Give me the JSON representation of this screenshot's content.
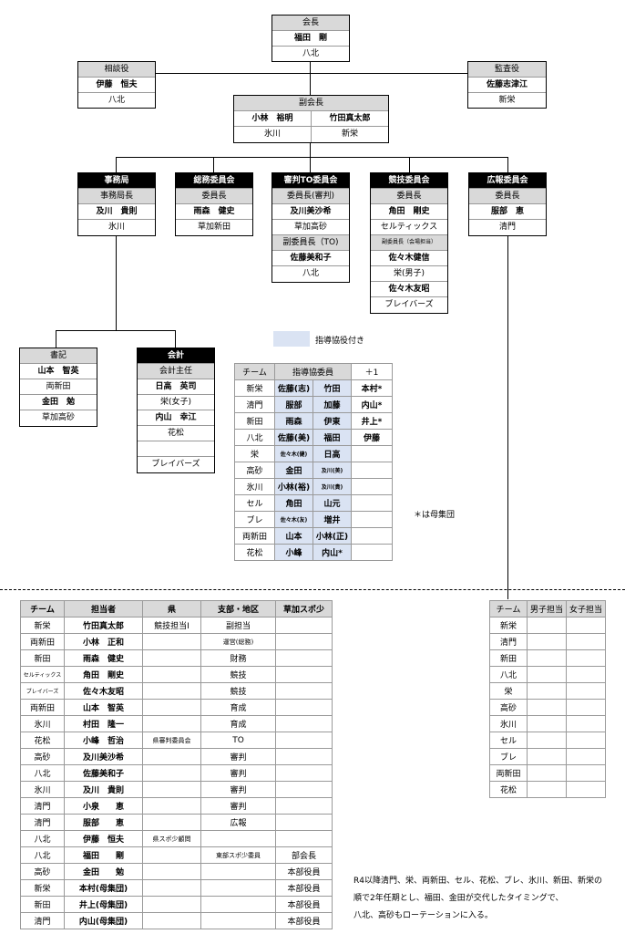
{
  "org": {
    "president": {
      "title": "会長",
      "name": "福田　剛",
      "team": "八北"
    },
    "advisor": {
      "title": "相談役",
      "name": "伊藤　恒夫",
      "team": "八北"
    },
    "auditor": {
      "title": "監査役",
      "name": "佐藤志津江",
      "team": "新栄"
    },
    "vice": {
      "title": "副会長",
      "names": [
        "小林　裕明",
        "竹田真太郎"
      ],
      "teams": [
        "氷川",
        "新栄"
      ]
    },
    "committees": [
      {
        "title": "事務局",
        "rows": [
          {
            "t": "事務局長",
            "k": "hdr"
          },
          {
            "t": "及川　貴則",
            "k": "b"
          },
          {
            "t": "氷川",
            "k": ""
          }
        ]
      },
      {
        "title": "総務委員会",
        "rows": [
          {
            "t": "委員長",
            "k": "hdr"
          },
          {
            "t": "雨森　健史",
            "k": "b"
          },
          {
            "t": "草加新田",
            "k": ""
          }
        ]
      },
      {
        "title": "審判TO委員会",
        "rows": [
          {
            "t": "委員長(審判)",
            "k": "hdr"
          },
          {
            "t": "及川美沙希",
            "k": "b"
          },
          {
            "t": "草加高砂",
            "k": ""
          },
          {
            "t": "副委員長（TO)",
            "k": "hdr"
          },
          {
            "t": "佐藤美和子",
            "k": "b"
          },
          {
            "t": "八北",
            "k": ""
          }
        ]
      },
      {
        "title": "競技委員会",
        "rows": [
          {
            "t": "委員長",
            "k": "hdr"
          },
          {
            "t": "角田　剛史",
            "k": "b"
          },
          {
            "t": "セルティックス",
            "k": ""
          },
          {
            "t": "副委員長（会場担当）",
            "k": "hdr tiny"
          },
          {
            "t": "佐々木健信",
            "k": "b"
          },
          {
            "t": "栄(男子)",
            "k": ""
          },
          {
            "t": "佐々木友昭",
            "k": "b"
          },
          {
            "t": "ブレイバーズ",
            "k": ""
          }
        ]
      },
      {
        "title": "広報委員会",
        "rows": [
          {
            "t": "委員長",
            "k": "hdr"
          },
          {
            "t": "服部　恵",
            "k": "b"
          },
          {
            "t": "清門",
            "k": ""
          }
        ]
      }
    ],
    "secretary": {
      "title": "書記",
      "rows": [
        {
          "t": "山本　智英",
          "k": "b"
        },
        {
          "t": "両新田",
          "k": ""
        },
        {
          "t": "金田　勉",
          "k": "b"
        },
        {
          "t": "草加高砂",
          "k": ""
        }
      ]
    },
    "accounting": {
      "title": "会計",
      "rows": [
        {
          "t": "会計主任",
          "k": "hdr"
        },
        {
          "t": "日高　英司",
          "k": "b"
        },
        {
          "t": "栄(女子)",
          "k": ""
        },
        {
          "t": "内山　幸江",
          "k": "b"
        },
        {
          "t": "花松",
          "k": ""
        },
        {
          "t": "",
          "k": ""
        },
        {
          "t": "ブレイバーズ",
          "k": ""
        }
      ]
    }
  },
  "legend": {
    "label": "指導協役付き",
    "color": "#dae3f3"
  },
  "coaches": {
    "headers": [
      "チーム",
      "指導協委員",
      "＋1"
    ],
    "rows": [
      {
        "team": "新栄",
        "a": "佐藤(志)",
        "b": "竹田",
        "c": "本村*",
        "as": "",
        "bs": ""
      },
      {
        "team": "清門",
        "a": "服部",
        "b": "加藤",
        "c": "内山*",
        "as": "",
        "bs": ""
      },
      {
        "team": "新田",
        "a": "雨森",
        "b": "伊東",
        "c": "井上*",
        "as": "",
        "bs": ""
      },
      {
        "team": "八北",
        "a": "佐藤(美)",
        "b": "福田",
        "c": "伊藤",
        "as": "",
        "bs": ""
      },
      {
        "team": "栄",
        "a": "佐々木(健)",
        "b": "日高",
        "c": "",
        "as": "tiny",
        "bs": ""
      },
      {
        "team": "高砂",
        "a": "金田",
        "b": "及川(美)",
        "c": "",
        "as": "",
        "bs": "tiny"
      },
      {
        "team": "氷川",
        "a": "小林(裕)",
        "b": "及川(貴)",
        "c": "",
        "as": "",
        "bs": "tiny"
      },
      {
        "team": "セル",
        "a": "角田",
        "b": "山元",
        "c": "",
        "as": "",
        "bs": ""
      },
      {
        "team": "ブレ",
        "a": "佐々木(友)",
        "b": "増井",
        "c": "",
        "as": "tiny",
        "bs": ""
      },
      {
        "team": "両新田",
        "a": "山本",
        "b": "小林(正)",
        "c": "",
        "as": "",
        "bs": ""
      },
      {
        "team": "花松",
        "a": "小峰",
        "b": "内山*",
        "c": "",
        "as": "",
        "bs": ""
      }
    ],
    "note": "＊は母集団"
  },
  "duty": {
    "headers": [
      "チーム",
      "担当者",
      "県",
      "支部・地区",
      "草加スポ少"
    ],
    "rows": [
      [
        "新栄",
        "竹田真太郎",
        "競技担当Ⅰ",
        "副担当",
        ""
      ],
      [
        "両新田",
        "小林　正和",
        "",
        "運営(総務)",
        ""
      ],
      [
        "新田",
        "雨森　健史",
        "",
        "財務",
        ""
      ],
      [
        "セルティックス",
        "角田　剛史",
        "",
        "競技",
        ""
      ],
      [
        "ブレイバーズ",
        "佐々木友昭",
        "",
        "競技",
        ""
      ],
      [
        "両新田",
        "山本　智英",
        "",
        "育成",
        ""
      ],
      [
        "氷川",
        "村田　隆一",
        "",
        "育成",
        ""
      ],
      [
        "花松",
        "小峰　哲治",
        "県審判委員会",
        "TO",
        ""
      ],
      [
        "高砂",
        "及川美沙希",
        "",
        "審判",
        ""
      ],
      [
        "八北",
        "佐藤美和子",
        "",
        "審判",
        ""
      ],
      [
        "氷川",
        "及川　貴則",
        "",
        "審判",
        ""
      ],
      [
        "清門",
        "小泉　　恵",
        "",
        "審判",
        ""
      ],
      [
        "清門",
        "服部　　恵",
        "",
        "広報",
        ""
      ],
      [
        "八北",
        "伊藤　恒夫",
        "県スポ少顧問",
        "",
        ""
      ],
      [
        "八北",
        "福田　　剛",
        "",
        "東部スポ少委員",
        "部会長"
      ],
      [
        "高砂",
        "金田　　勉",
        "",
        "",
        "本部役員"
      ],
      [
        "新栄",
        "本村(母集団)",
        "",
        "",
        "本部役員"
      ],
      [
        "新田",
        "井上(母集団)",
        "",
        "",
        "本部役員"
      ],
      [
        "清門",
        "内山(母集団)",
        "",
        "",
        "本部役員"
      ]
    ]
  },
  "pr": {
    "headers": [
      "チーム",
      "男子担当",
      "女子担当"
    ],
    "teams": [
      "新栄",
      "清門",
      "新田",
      "八北",
      "栄",
      "高砂",
      "氷川",
      "セル",
      "ブレ",
      "両新田",
      "花松"
    ]
  },
  "footnote": [
    "R4以降清門、栄、両新田、セル、花松、ブレ、氷川、新田、新栄の",
    "順で2年任期とし、福田、金田が交代したタイミングで、",
    "八北、高砂もローテーションに入る。"
  ]
}
